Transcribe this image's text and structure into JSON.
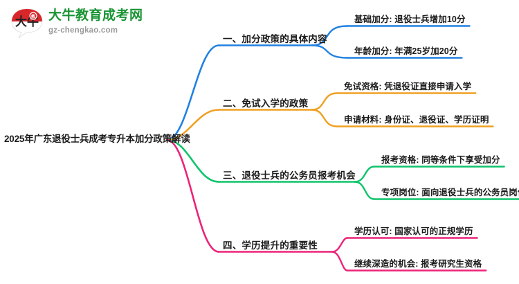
{
  "logo": {
    "mark_text": "大牛",
    "title": "大牛教育成考网",
    "subtitle": "gz-chengkao.com",
    "title_color": "#1a9434",
    "mark_top_color": "#d7272b",
    "mark_bottom_color": "#ffffff"
  },
  "mindmap": {
    "root": {
      "label": "2025年广东退役士兵成考专升本加分政策解读"
    },
    "branches": [
      {
        "label": "一、加分政策的具体内容",
        "color": "#2081e2",
        "children": [
          {
            "label": "基础加分: 退役士兵增加10分"
          },
          {
            "label": "年龄加分: 年满25岁加20分"
          }
        ]
      },
      {
        "label": "二、免试入学的政策",
        "color": "#f0a020",
        "children": [
          {
            "label": "免试资格: 凭退役证直接申请入学"
          },
          {
            "label": "申请材料: 身份证、退役证、学历证明"
          }
        ]
      },
      {
        "label": "三、退役士兵的公务员报考机会",
        "color": "#0ec46a",
        "children": [
          {
            "label": "报考资格: 同等条件下享受加分"
          },
          {
            "label": "专项岗位: 面向退役士兵的公务员岗位"
          }
        ]
      },
      {
        "label": "四、学历提升的重要性",
        "color": "#ec2378",
        "children": [
          {
            "label": "学历认可: 国家认可的正规学历"
          },
          {
            "label": "继续深造的机会: 报考研究生资格"
          }
        ]
      }
    ]
  }
}
